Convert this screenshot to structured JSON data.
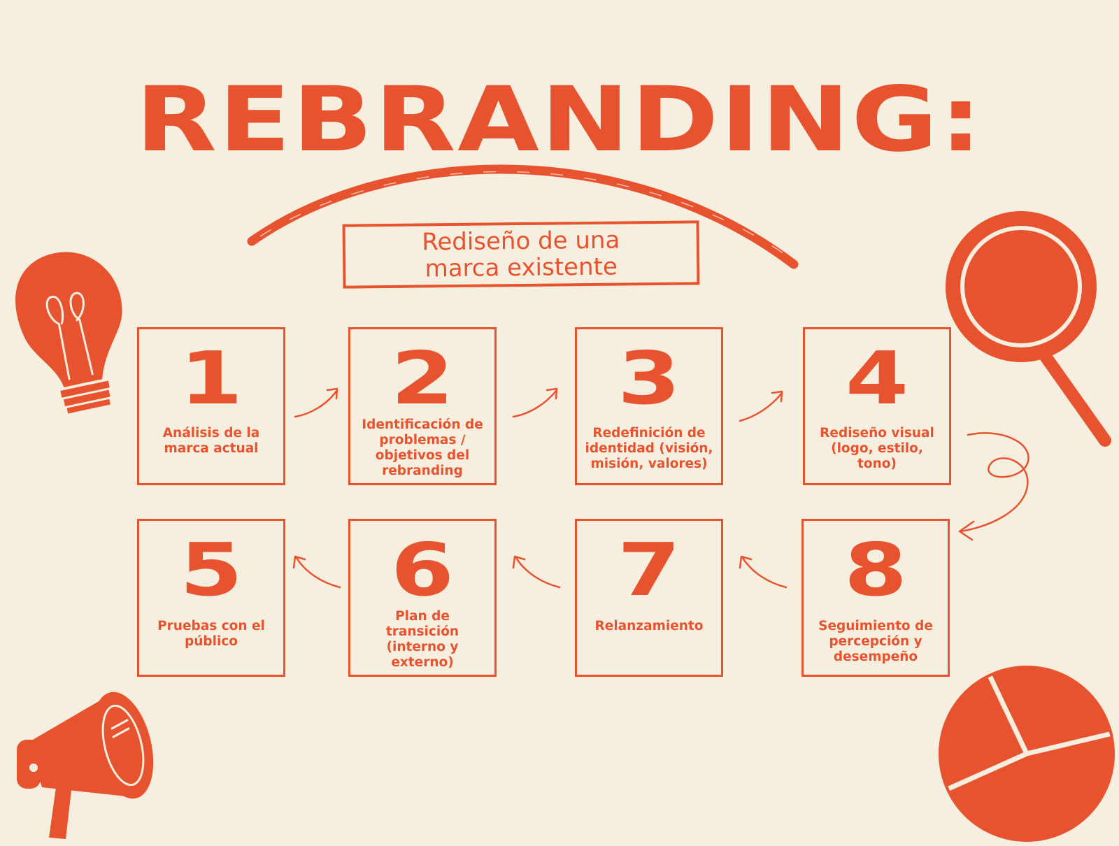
{
  "title": "REBRANDING:",
  "subtitle": "Rediseño de una marca existente",
  "steps": [
    {
      "number": "1",
      "label": "Análisis de la marca actual"
    },
    {
      "number": "2",
      "label": "Identificación de problemas / objetivos del rebranding"
    },
    {
      "number": "3",
      "label": "Redefinición de identidad (visión, misión, valores)"
    },
    {
      "number": "4",
      "label": "Rediseño visual (logo, estilo, tono)"
    },
    {
      "number": "5",
      "label": "Pruebas con el público"
    },
    {
      "number": "6",
      "label": "Plan de transición (interno y externo)"
    },
    {
      "number": "7",
      "label": "Relanzamiento"
    },
    {
      "number": "8",
      "label": "Seguimiento de percepción y desempeño"
    }
  ],
  "colors": {
    "accent": "#e8532f",
    "background": "#f6eede"
  },
  "icons": [
    "lightbulb-icon",
    "magnifier-icon",
    "megaphone-icon",
    "pie-chart-icon"
  ]
}
